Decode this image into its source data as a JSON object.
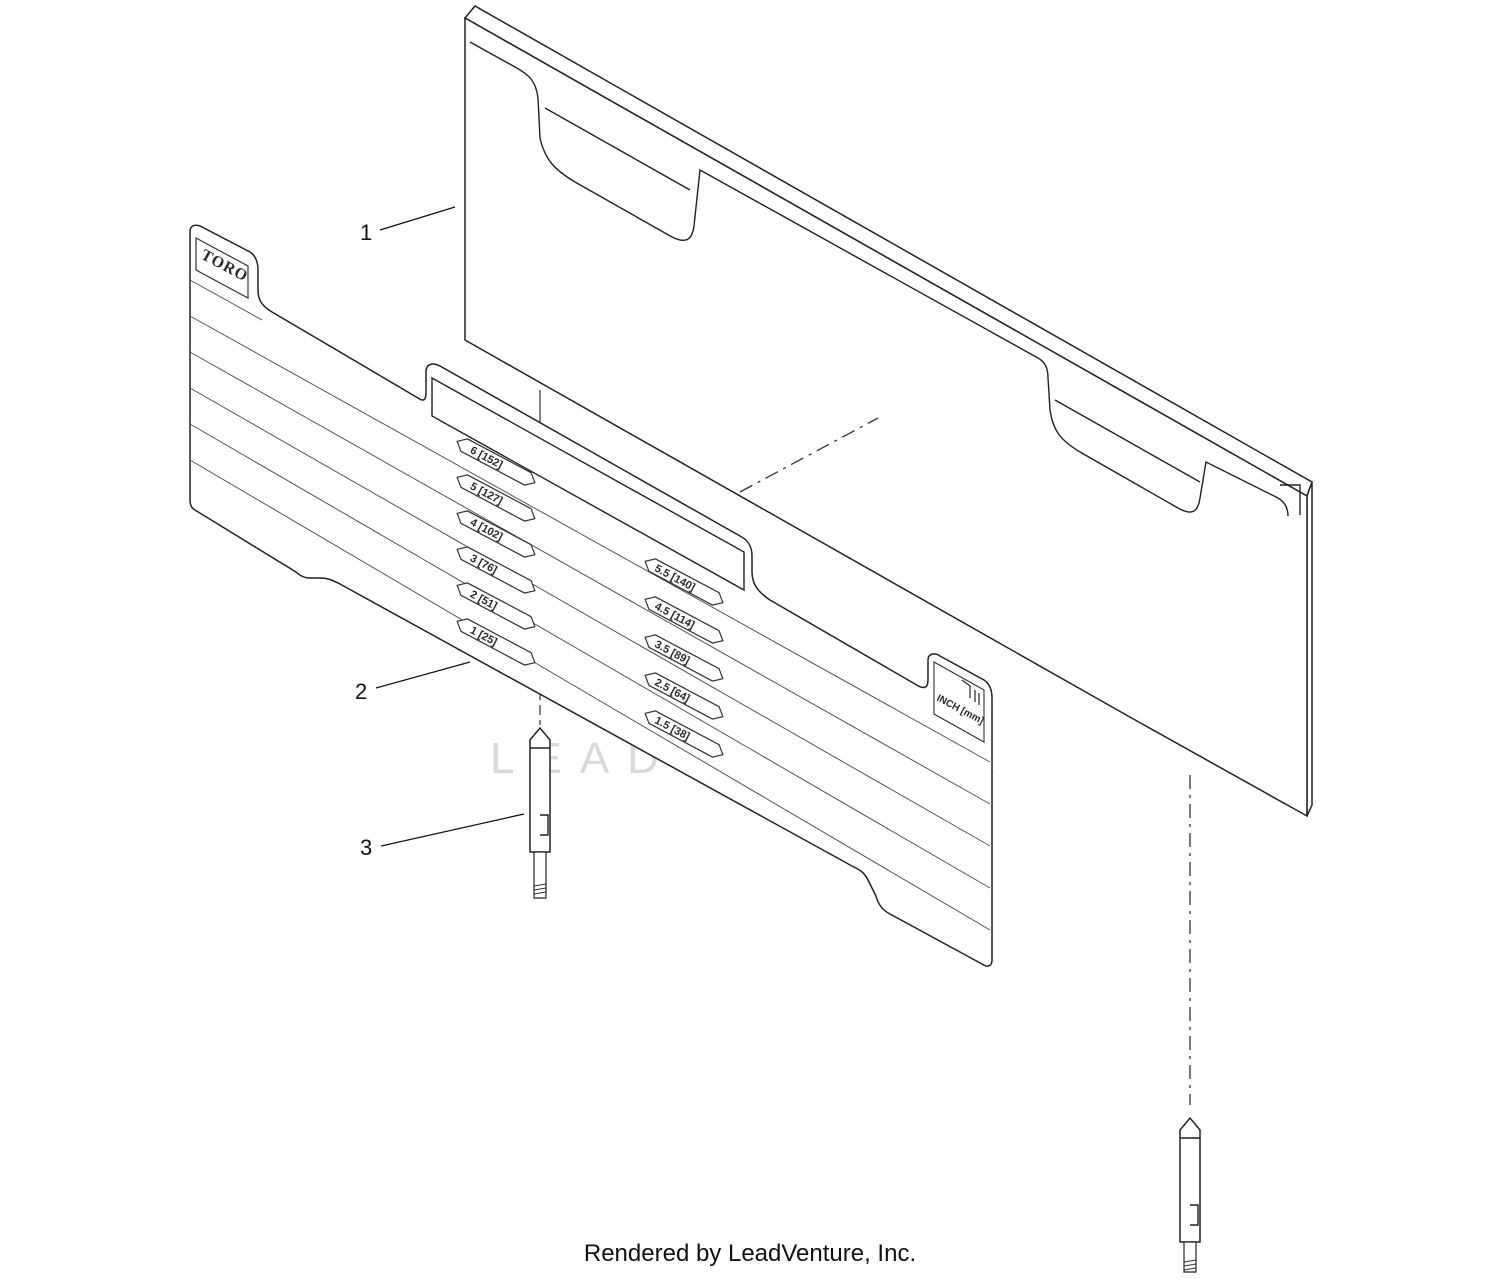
{
  "callouts": {
    "one": "1",
    "two": "2",
    "three": "3"
  },
  "decal": {
    "logo": "TORO",
    "left_heights": [
      "6 [152]",
      "5 [127]",
      "4 [102]",
      "3 [76]",
      "2 [51]",
      "1 [25]"
    ],
    "right_heights": [
      "5.5 [140]",
      "4.5 [114]",
      "3.5 [89]",
      "2.5 [64]",
      "1.5 [38]"
    ],
    "unit_label": "INCH [mm]"
  },
  "watermark": "LEADVENTURE",
  "footer": "Rendered by LeadVenture, Inc."
}
